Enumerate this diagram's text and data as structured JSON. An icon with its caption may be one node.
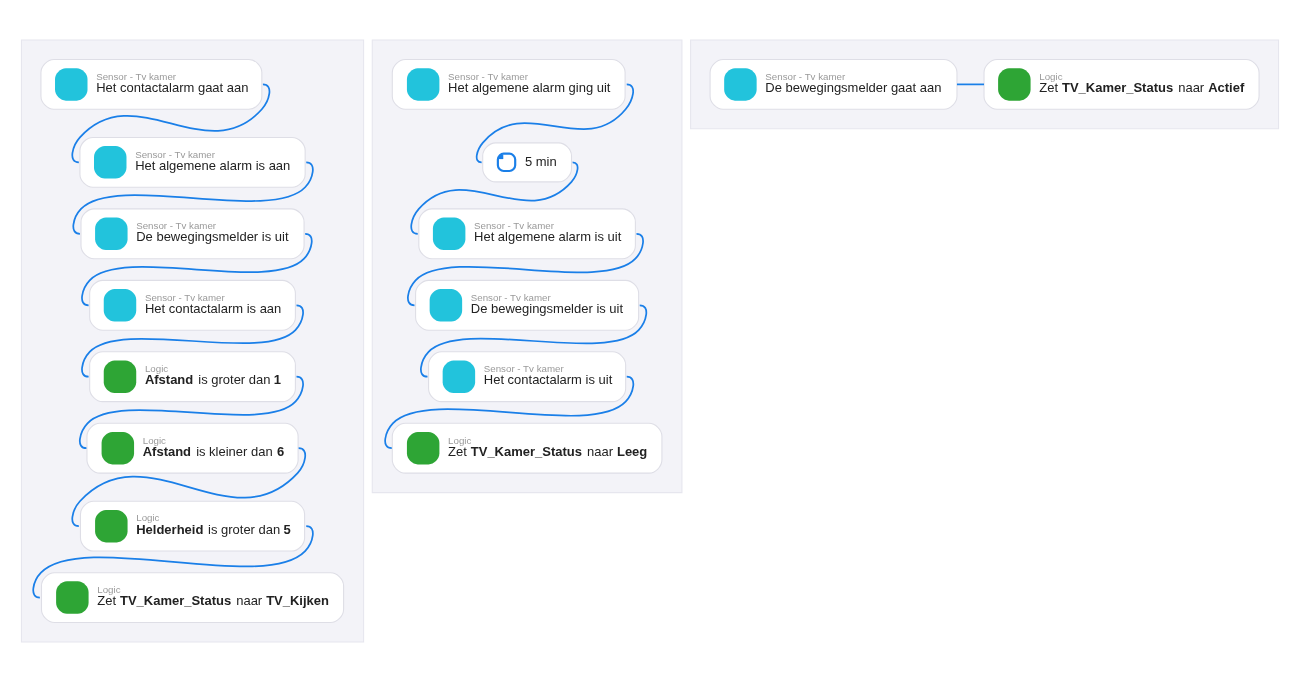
{
  "diagram": {
    "nodes": [
      {
        "text": [],
        "shape": "box"
      },
      {
        "text": [
          "Sensor - Tv kamer",
          "Het contactalarm gaat aan"
        ],
        "in": 0
      },
      {
        "text": [
          "Sensor - Tv kamer",
          "Het algemene alarm is aan"
        ],
        "in": 0
      },
      {
        "text": [
          "Sensor - Tv kamer",
          "De bewegingsmelder is uit"
        ],
        "in": 0
      },
      {
        "text": [
          "Sensor - Tv kamer",
          "Het contactalarm is aan"
        ],
        "in": 0
      },
      {
        "text": [
          "Logic",
          "**Afstand** is groter dan **1**"
        ],
        "in": 0
      },
      {
        "text": [
          "Logic",
          "**Afstand** is kleiner dan **6**"
        ],
        "in": 0
      },
      {
        "text": [
          "Logic",
          "**Helderheid** is groter dan **5**"
        ],
        "in": 0
      },
      {
        "text": [
          "Logic",
          "Zet **TV_Kamer_Status** naar **TV_Kijken**"
        ],
        "in": 0
      },
      {
        "text": [],
        "shape": "box"
      },
      {
        "text": [
          "Sensor - Tv kamer",
          "Het algemene alarm ging uit"
        ],
        "in": 9
      },
      {
        "text": [
          "5 min"
        ],
        "in": 9
      },
      {
        "text": [
          "Sensor - Tv kamer",
          "Het algemene alarm is uit"
        ],
        "in": 9
      },
      {
        "text": [
          "Sensor - Tv kamer",
          "De bewegingsmelder is uit"
        ],
        "in": 9
      },
      {
        "text": [
          "Sensor - Tv kamer",
          "Het contactalarm is uit"
        ],
        "in": 9
      },
      {
        "text": [
          "Logic",
          "Zet **TV_Kamer_Status** naar **Leeg**"
        ],
        "in": 9
      },
      {
        "text": [],
        "shape": "box"
      },
      {
        "text": [
          "Sensor - Tv kamer",
          "De bewegingsmelder gaat aan"
        ],
        "in": 16
      },
      {
        "text": [
          "Logic",
          "Zet **TV_Kamer_Status** naar **Actief**"
        ],
        "in": 16
      }
    ],
    "edges": [
      {
        "from": 1,
        "to": 2,
        "arrow": "none"
      },
      {
        "from": 2,
        "to": 3,
        "arrow": "none"
      },
      {
        "from": 3,
        "to": 4,
        "arrow": "none"
      },
      {
        "from": 4,
        "to": 5,
        "arrow": "none"
      },
      {
        "from": 5,
        "to": 6,
        "arrow": "none"
      },
      {
        "from": 6,
        "to": 7,
        "arrow": "none"
      },
      {
        "from": 7,
        "to": 8,
        "arrow": "none"
      },
      {
        "from": 10,
        "to": 11,
        "arrow": "none"
      },
      {
        "from": 11,
        "to": 12,
        "arrow": "none"
      },
      {
        "from": 12,
        "to": 13,
        "arrow": "none"
      },
      {
        "from": 13,
        "to": 14,
        "arrow": "none"
      },
      {
        "from": 14,
        "to": 15,
        "arrow": "none"
      },
      {
        "from": 17,
        "to": 18,
        "arrow": "none"
      }
    ]
  }
}
